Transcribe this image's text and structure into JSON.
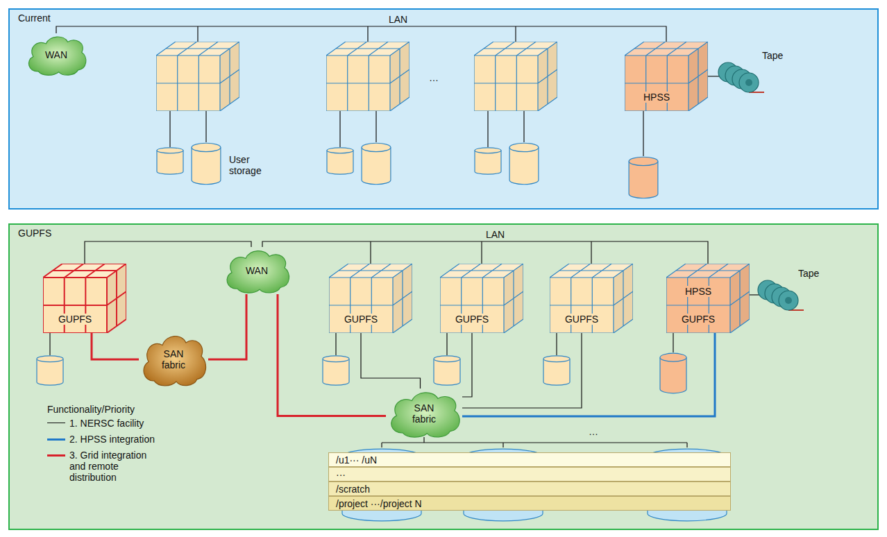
{
  "diagram": {
    "nodes": [
      {
        "text": [
          "Current"
        ]
      },
      {
        "text": [
          "WAN"
        ],
        "in": 0
      },
      {
        "text": [
          "HPSS"
        ],
        "in": 0
      },
      {
        "text": [
          "GUPFS"
        ]
      },
      {
        "text": [
          "GUPFS"
        ],
        "in": 3
      },
      {
        "text": [
          "WAN"
        ],
        "in": 3
      },
      {
        "text": [
          "SAN fabric"
        ],
        "in": 3
      },
      {
        "text": [
          "GUPFS"
        ],
        "in": 3
      },
      {
        "text": [
          "GUPFS"
        ],
        "in": 3
      },
      {
        "text": [
          "GUPFS"
        ],
        "in": 3
      },
      {
        "text": [
          "HPSS",
          "GUPFS"
        ],
        "in": 3
      },
      {
        "text": [
          "SAN fabric"
        ],
        "in": 3
      },
      {
        "text": [
          "/u1··· /uN"
        ],
        "in": 3
      },
      {
        "text": [
          "···"
        ],
        "in": 3
      },
      {
        "text": [
          "/scratch"
        ],
        "in": 3
      },
      {
        "text": [
          "/project ···/project N"
        ],
        "in": 3
      }
    ],
    "edges": [
      {
        "from": 1,
        "to": 2,
        "arrow": "none",
        "label": "LAN"
      },
      {
        "from": 4,
        "to": 5,
        "arrow": "none"
      },
      {
        "from": 5,
        "to": 10,
        "arrow": "none",
        "label": "LAN"
      },
      {
        "from": 4,
        "to": 6,
        "arrow": "none"
      },
      {
        "from": 6,
        "to": 5,
        "arrow": "none"
      },
      {
        "from": 5,
        "to": 11,
        "arrow": "none"
      },
      {
        "from": 7,
        "to": 11,
        "arrow": "none"
      },
      {
        "from": 8,
        "to": 11,
        "arrow": "none"
      },
      {
        "from": 9,
        "to": 11,
        "arrow": "none"
      },
      {
        "from": 10,
        "to": 11,
        "arrow": "none"
      }
    ],
    "labels": [
      "…",
      "User storage",
      "Tape",
      "Tape",
      "…",
      "Functionality/Priority"
    ],
    "legend": [
      {
        "text": "1. NERSC facility"
      },
      {
        "text": "2. HPSS integration"
      },
      {
        "text": "3. Grid integration and remote distribution"
      }
    ]
  }
}
